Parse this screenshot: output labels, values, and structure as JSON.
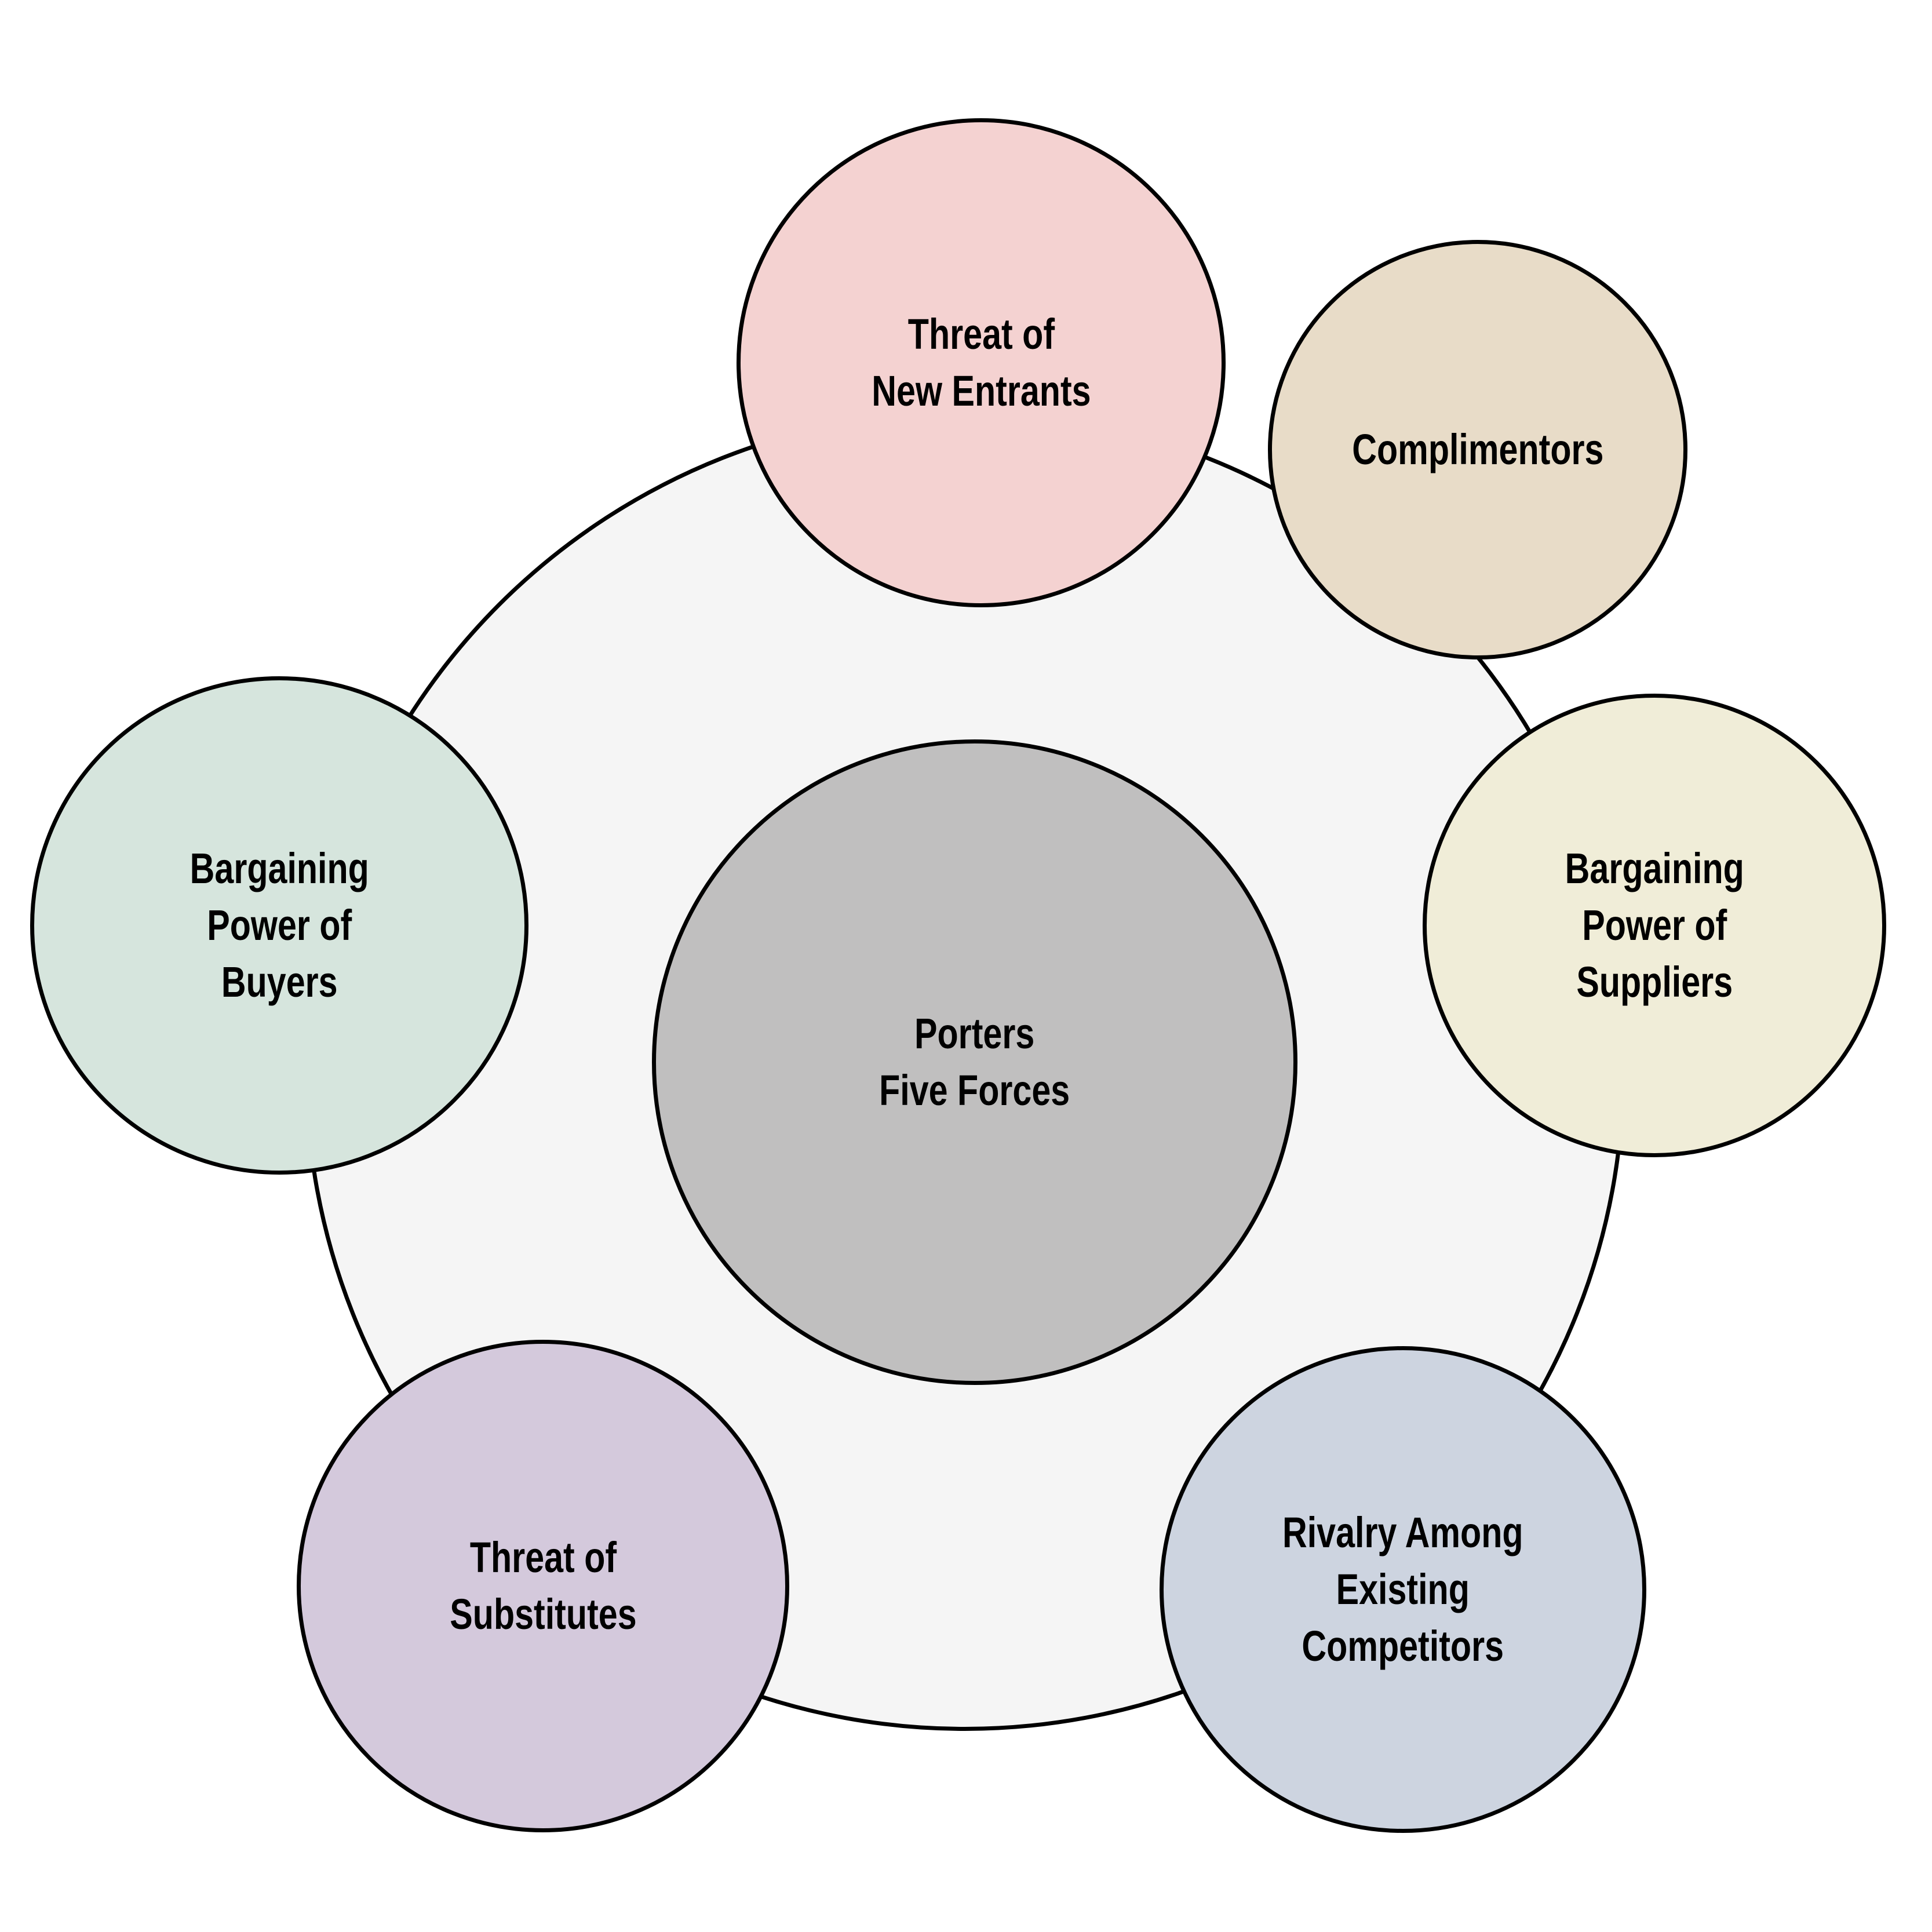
{
  "diagram": {
    "title": "Porters Five Forces",
    "stroke_color": "#000000",
    "text_color": "#000000",
    "background_color": "#FFFFFF"
  },
  "ring": {
    "color": "#F5F5F5"
  },
  "center_circle": {
    "label": "Porters\nFive Forces",
    "color": "#C0BFBF"
  },
  "satellites": [
    {
      "id": "threat-of-new-entrants",
      "label": "Threat of\nNew Entrants",
      "color": "#F4D2D1"
    },
    {
      "id": "complimentors",
      "label": "Complimentors",
      "color": "#E8DCC8"
    },
    {
      "id": "bargaining-power-of-suppliers",
      "label": "Bargaining\nPower of\nSuppliers",
      "color": "#F0EDD8"
    },
    {
      "id": "rivalry-among-existing-competitors",
      "label": "Rivalry Among\nExisting\nCompetitors",
      "color": "#CDD4E0"
    },
    {
      "id": "threat-of-substitutes",
      "label": "Threat of\nSubstitutes",
      "color": "#D4C9DC"
    },
    {
      "id": "bargaining-power-of-buyers",
      "label": "Bargaining\nPower of\nBuyers",
      "color": "#D6E5DD"
    }
  ]
}
